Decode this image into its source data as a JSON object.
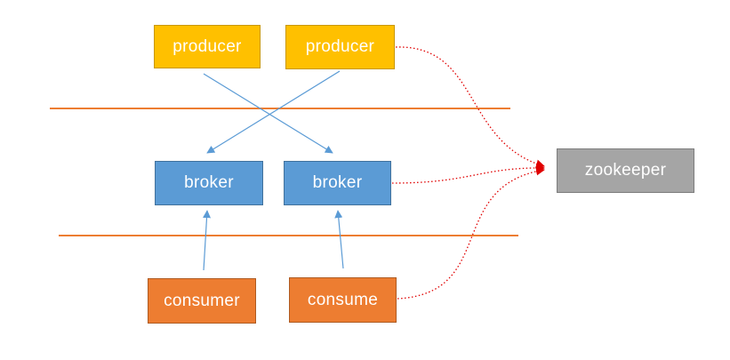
{
  "colors": {
    "producer": "#ffc000",
    "broker": "#5b9bd5",
    "consumer": "#ed7d31",
    "zookeeper": "#a5a5a5",
    "divider": "#ed7d31",
    "blue_arrow": "#5b9bd5",
    "red_dotted_arrow": "#e00000"
  },
  "nodes": {
    "producer_1": "producer",
    "producer_2": "producer",
    "broker_1": "broker",
    "broker_2": "broker",
    "consumer_1": "consumer",
    "consumer_2": "consume",
    "zookeeper": "zookeeper"
  },
  "edges": [
    {
      "from": "producer_1",
      "to": "broker_2",
      "style": "solid"
    },
    {
      "from": "producer_2",
      "to": "broker_1",
      "style": "solid"
    },
    {
      "from": "consumer_1",
      "to": "broker_1",
      "style": "solid"
    },
    {
      "from": "consumer_2",
      "to": "broker_2",
      "style": "solid"
    },
    {
      "from": "producer_2",
      "to": "zookeeper",
      "style": "dotted"
    },
    {
      "from": "broker_2",
      "to": "zookeeper",
      "style": "dotted"
    },
    {
      "from": "consumer_2",
      "to": "zookeeper",
      "style": "dotted"
    }
  ]
}
